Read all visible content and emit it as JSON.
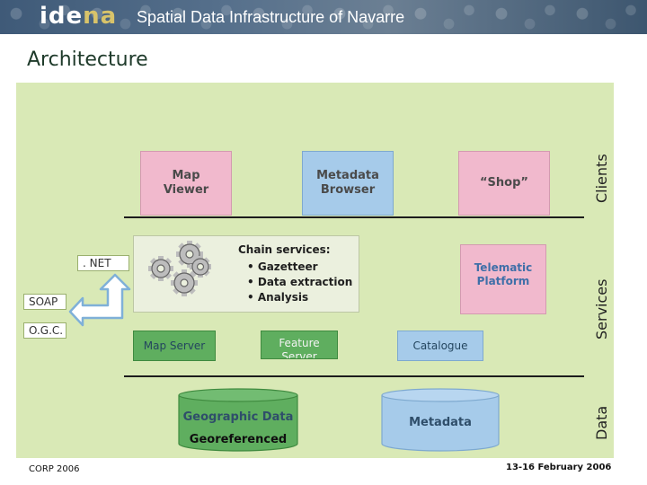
{
  "header": {
    "logo_prefix": "ide",
    "logo_accent": "na",
    "title": "Spatial Data Infrastructure of Navarre"
  },
  "page_title": "Architecture",
  "layers": {
    "clients": "Clients",
    "services": "Services",
    "data": "Data"
  },
  "clients": {
    "map_viewer": "Map\nViewer",
    "metadata_browser": "Metadata\nBrowser",
    "shop": "“Shop”"
  },
  "services": {
    "dotnet_label": ". NET",
    "soap_label": "SOAP",
    "ogc_label": "O.G.C.",
    "chain_title": "Chain services:",
    "chain_items": [
      "Gazetteer",
      "Data extraction",
      "Analysis"
    ],
    "telematic_platform": "Telematic\nPlatform",
    "map_server": "Map Server",
    "feature_server": "Feature\nServer",
    "catalogue": "Catalogue"
  },
  "data": {
    "geographic_data": "Geographic Data",
    "georeferenced": "Georeferenced",
    "metadata": "Metadata"
  },
  "footer": {
    "left": "CORP 2006",
    "right": "13-16 February 2006"
  },
  "colors": {
    "panel": "#d9e9b6",
    "pink": "#f1b9cd",
    "blue": "#a6cbea",
    "green": "#5fae5f",
    "gears": "#bdbdbd"
  },
  "icons": {
    "gears": "gears-icon",
    "arrow": "bent-arrow-icon"
  }
}
